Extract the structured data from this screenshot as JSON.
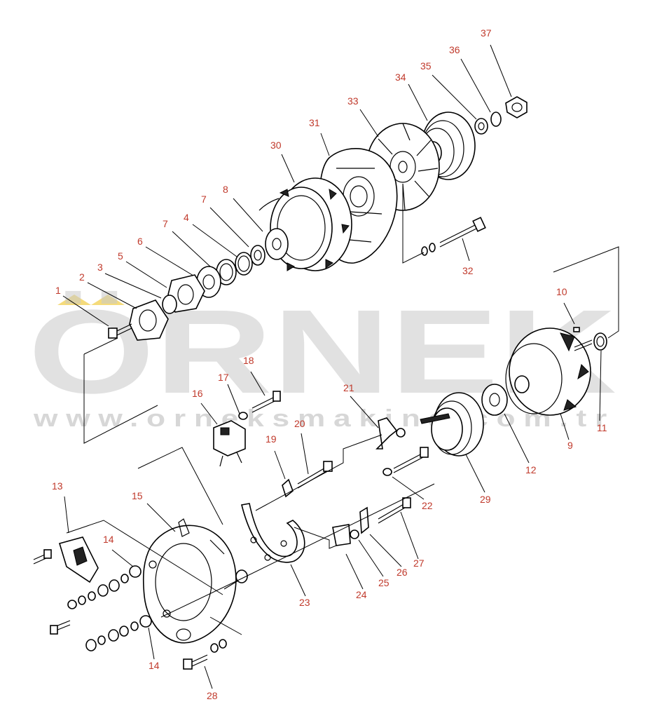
{
  "watermark": {
    "brand": "ÖRNEK",
    "url": "www.orneksmakina.com.tr",
    "color": "#c9c9c9",
    "accent": "#f2d25a"
  },
  "label_color": "#c0392b",
  "callouts": [
    "1",
    "2",
    "3",
    "4",
    "5",
    "6",
    "7",
    "7",
    "8",
    "9",
    "10",
    "11",
    "12",
    "13",
    "14",
    "14",
    "15",
    "16",
    "17",
    "18",
    "19",
    "20",
    "21",
    "22",
    "23",
    "24",
    "25",
    "26",
    "27",
    "28",
    "29",
    "30",
    "31",
    "32",
    "33",
    "34",
    "35",
    "36",
    "37"
  ]
}
